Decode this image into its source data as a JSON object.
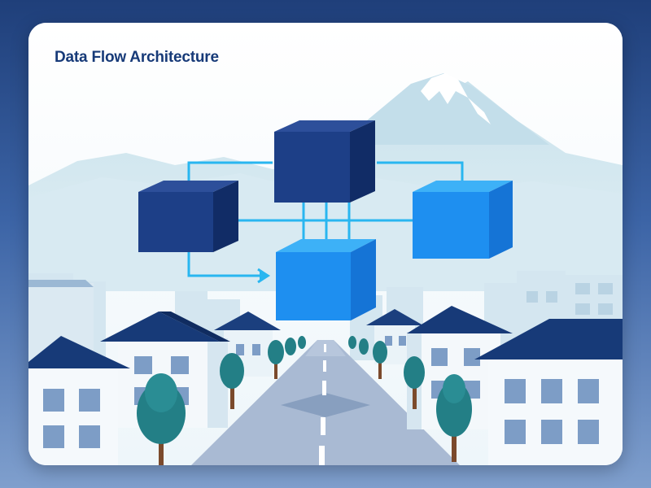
{
  "title": "Data Flow Architecture",
  "colors": {
    "background_top": "#1f3f7a",
    "card": "#ffffff",
    "title": "#173a78",
    "cube_dark": "#1d3f87",
    "cube_bright": "#1e8ff0",
    "connector": "#29b6f0",
    "mountain": "#cde4ee",
    "building_roof": "#173a78",
    "tree": "#237f86",
    "road": "#a9bad3"
  },
  "diagram": {
    "nodes": [
      {
        "id": "node-top",
        "style": "dark"
      },
      {
        "id": "node-left",
        "style": "dark"
      },
      {
        "id": "node-right",
        "style": "bright"
      },
      {
        "id": "node-center",
        "style": "bright"
      }
    ],
    "edges": [
      {
        "from": "node-left",
        "to": "node-top"
      },
      {
        "from": "node-top",
        "to": "node-right"
      },
      {
        "from": "node-left",
        "to": "node-center",
        "arrow": true
      },
      {
        "from": "node-left",
        "to": "node-right"
      },
      {
        "from": "node-top",
        "to": "node-center"
      }
    ]
  }
}
